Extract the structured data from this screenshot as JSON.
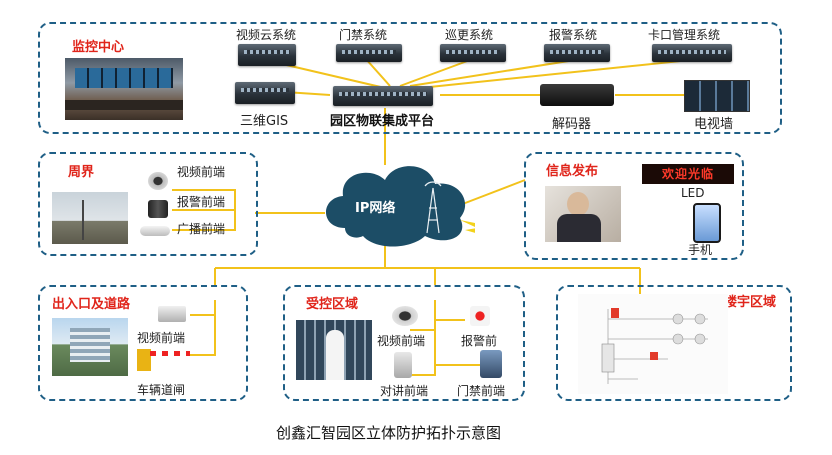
{
  "caption": "创鑫汇智园区立体防护拓扑示意图",
  "cloud_label": "IP网络",
  "top_zone": {
    "title": "监控中心",
    "systems": [
      "视频云系统",
      "门禁系统",
      "巡更系统",
      "报警系统",
      "卡口管理系统"
    ],
    "gis_label": "三维GIS",
    "platform_label": "园区物联集成平台",
    "decoder_label": "解码器",
    "tvwall_label": "电视墙"
  },
  "perimeter": {
    "title": "周界",
    "items": [
      "视频前端",
      "报警前端",
      "广播前端"
    ]
  },
  "info": {
    "title": "信息发布",
    "led_text": "欢迎光临",
    "led_label": "LED",
    "phone_label": "手机"
  },
  "entrance": {
    "title": "出入口及道路",
    "video_label": "视频前端",
    "barrier_label": "车辆道闸"
  },
  "controlled": {
    "title": "受控区域",
    "video_label": "视频前端",
    "alarm_label": "报警前",
    "intercom_label": "对讲前端",
    "access_label": "门禁前端"
  },
  "building": {
    "title": "楼宇区域"
  },
  "colors": {
    "link_line": "#f2c21b",
    "zone_border": "#1f5f86",
    "zone_title": "#e0251b",
    "cloud": "#1c4d66"
  }
}
